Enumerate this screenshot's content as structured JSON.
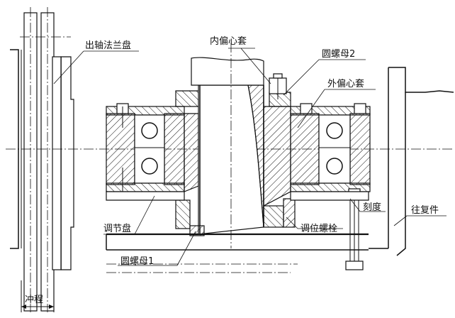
{
  "labels": {
    "output_flange": "出轴法兰盘",
    "inner_eccentric_sleeve": "内偏心套",
    "round_nut_2": "圆螺母2",
    "outer_eccentric_sleeve": "外偏心套",
    "scale": "刻度",
    "to_reset": "往复件",
    "adjusting_disc": "调节盘",
    "adjusting_bolt": "调位螺栓",
    "round_nut_1": "圆螺母1",
    "stroke": "冲程"
  }
}
